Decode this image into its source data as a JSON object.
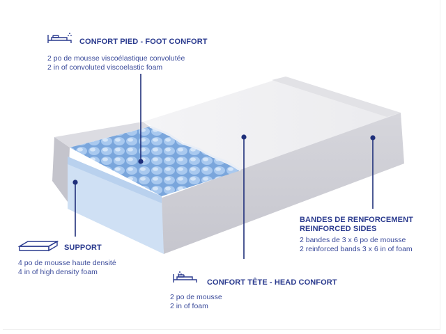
{
  "callouts": {
    "foot": {
      "title": "CONFORT PIED  - FOOT CONFORT",
      "line1": "2 po de mousse viscoélastique convolutée",
      "line2": "2 in of convoluted viscoelastic foam"
    },
    "support": {
      "title": "SUPPORT",
      "line1": "4 po de mousse haute densité",
      "line2": "4 in of high density foam"
    },
    "sides": {
      "title1": "BANDES DE RENFORCEMENT",
      "title2": "REINFORCED SIDES",
      "line1": "2 bandes de 3 x 6 po de mousse",
      "line2": "2 reinforced bands 3 x 6 in of foam"
    },
    "head": {
      "title": "CONFORT TÊTE - HEAD CONFORT",
      "line1": "2 po de mousse",
      "line2": "2 in of foam"
    }
  },
  "colors": {
    "text": "#2a3a8e",
    "leader": "#1f2f7a",
    "side_gray": "#cfcfd6",
    "top_white": "#f3f3f5",
    "convoluted_blue": "#8fb6e6",
    "support_blue": "#cfe0f4"
  },
  "icons": [
    "bed-icon",
    "foam-block-icon"
  ]
}
